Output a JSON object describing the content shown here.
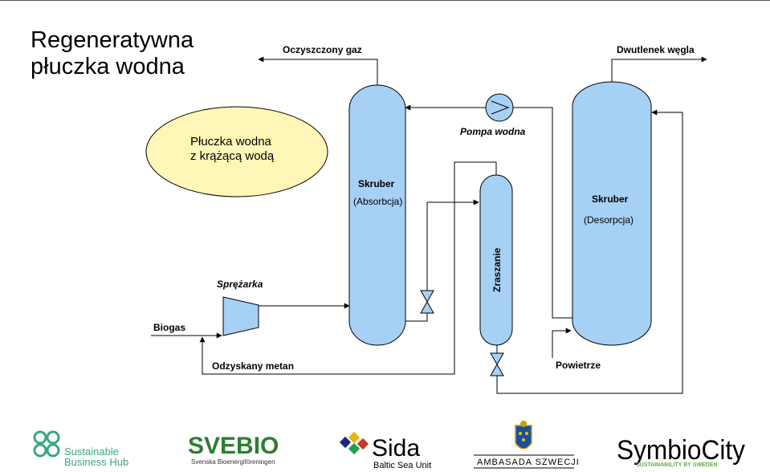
{
  "title": "Regeneratywna\npłuczka wodna",
  "colors": {
    "vessel": "#a7d0f5",
    "ellipse": "#fff6b8",
    "line": "#000000"
  },
  "labels": {
    "clean_gas": "Oczyszczony gaz",
    "co2": "Dwutlenek węgla",
    "pump": "Pompa wodna",
    "ellipse_line1": "Płuczka wodna",
    "ellipse_line2": "z krążącą wodą",
    "scrubber_abs_title": "Skruber",
    "scrubber_abs_sub": "(Absorbcja)",
    "scrubber_des_title": "Skruber",
    "scrubber_des_sub": "(Desorpcja)",
    "flash": "Zraszanie",
    "compressor": "Sprężarka",
    "biogas": "Biogas",
    "recovered_methane": "Odzyskany metan",
    "air": "Powietrze"
  },
  "logos": {
    "sbh_line1": "Sustainable",
    "sbh_line2": "Business Hub",
    "svebio": "SVEBIO",
    "svebio_sub": "Svenska Bioenergiföreningen",
    "sida": "Sida",
    "sida_sub": "Baltic Sea Unit",
    "embassy": "AMBASADA SZWECJI",
    "symbio": "SymbioCity",
    "symbio_sub": "SUSTAINABILITY BY SWEDEN"
  }
}
